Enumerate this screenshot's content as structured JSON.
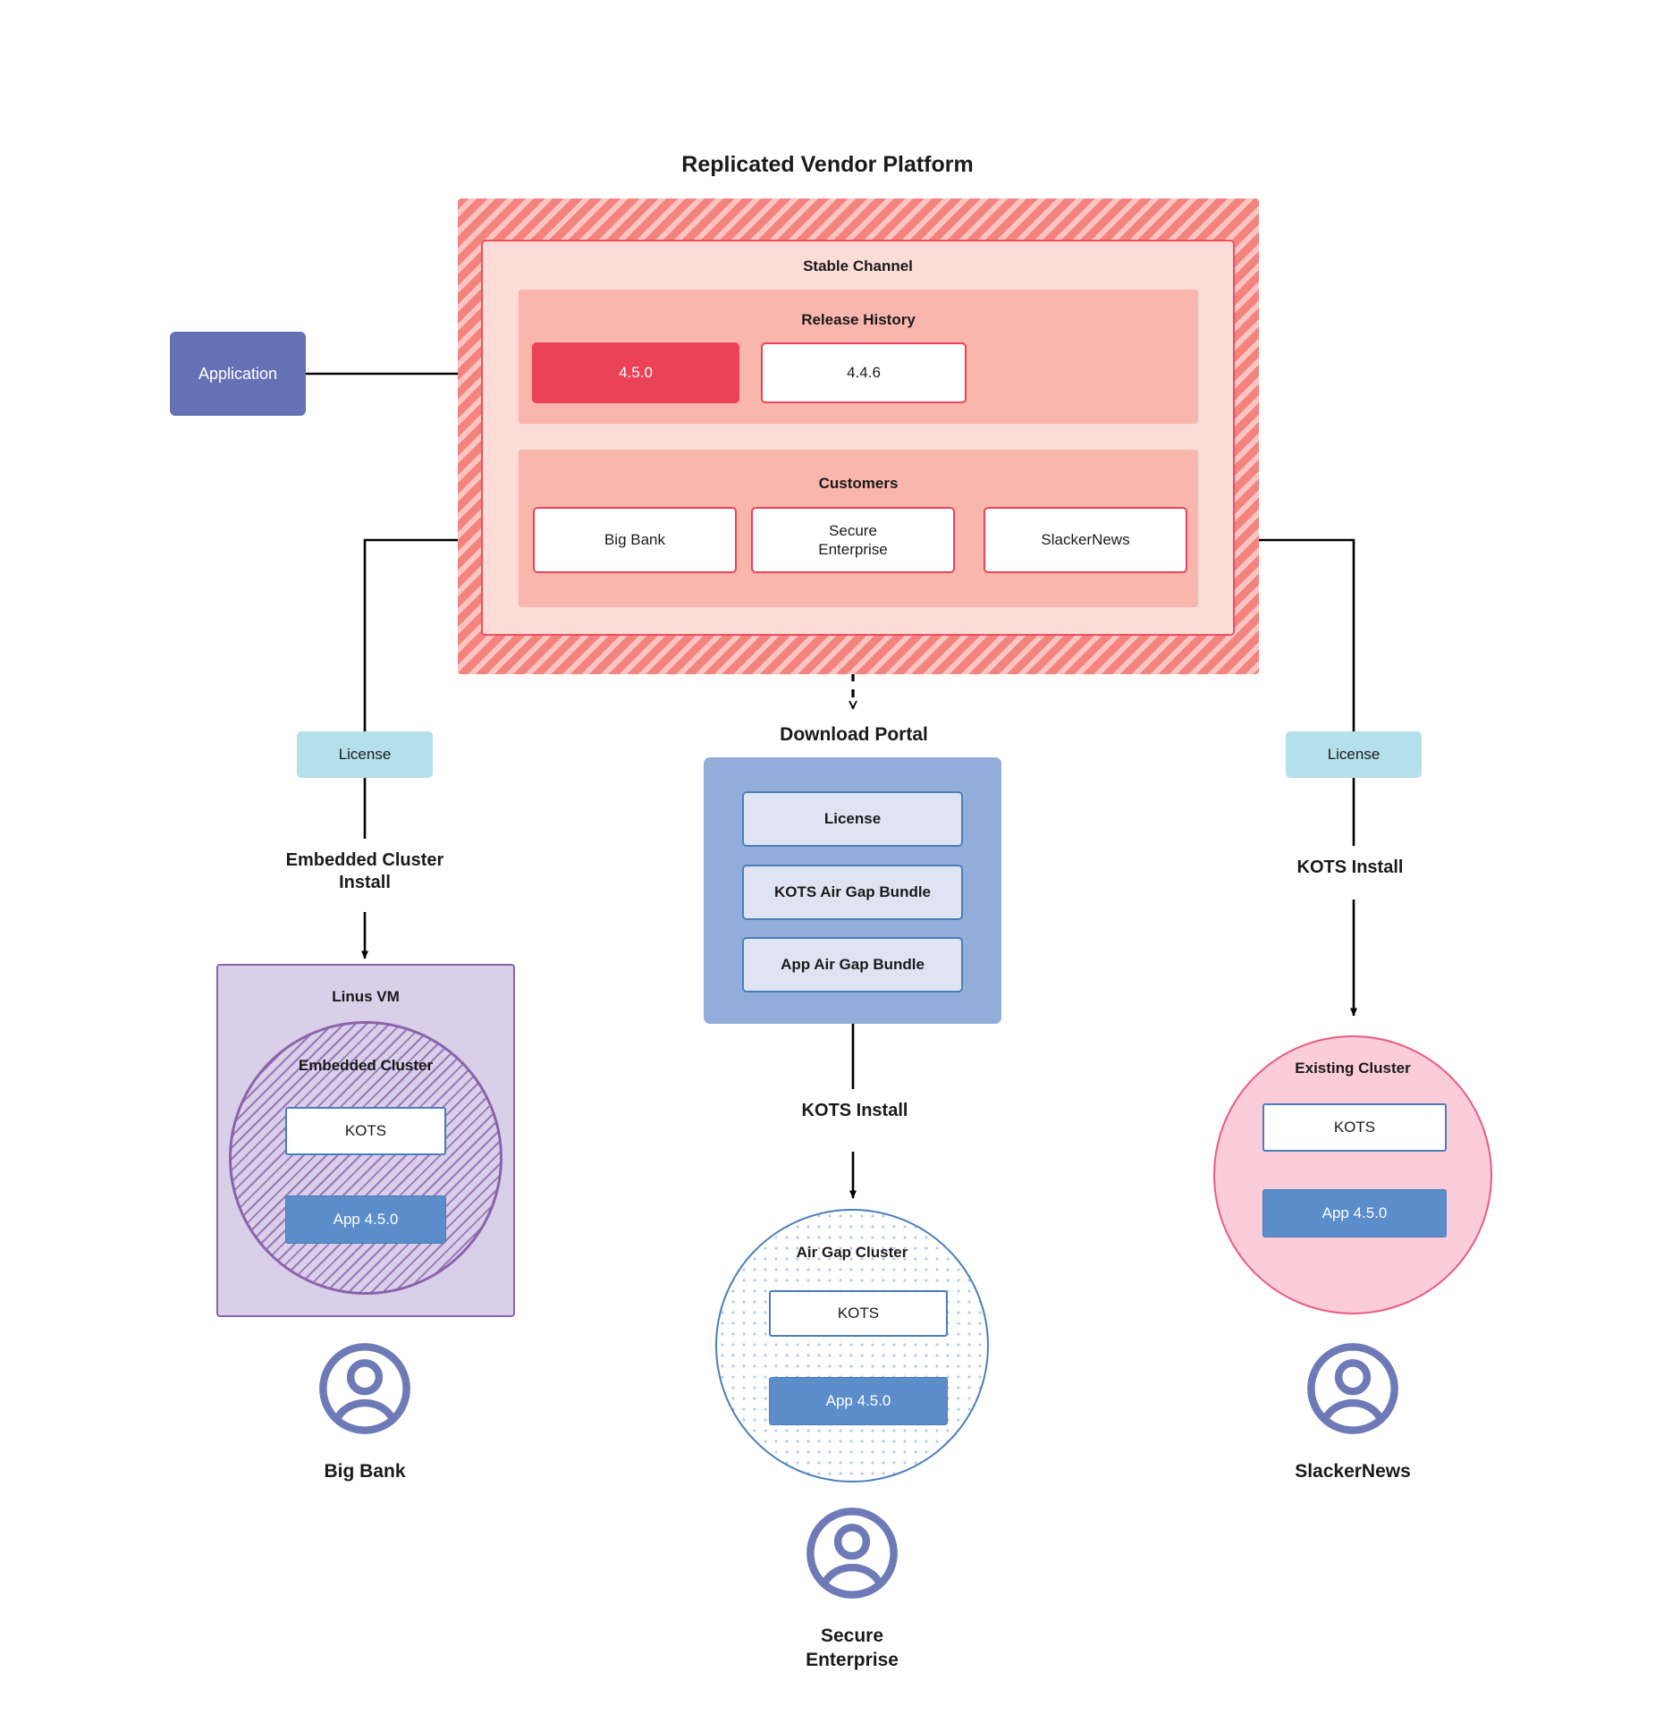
{
  "diagram": {
    "title": "Replicated Vendor Platform",
    "source": {
      "label": "Application"
    },
    "platform": {
      "channel_label": "Stable Channel",
      "release_history": {
        "label": "Release History",
        "releases": [
          {
            "version": "4.5.0",
            "state": "current"
          },
          {
            "version": "4.4.6",
            "state": "previous"
          }
        ]
      },
      "customers": {
        "label": "Customers",
        "items": [
          {
            "name": "Big Bank"
          },
          {
            "name": "Secure\nEnterprise"
          },
          {
            "name": "SlackerNews"
          }
        ]
      }
    },
    "licenses": {
      "left_label": "License",
      "right_label": "License"
    },
    "flows": {
      "embedded_install": "Embedded Cluster\nInstall",
      "kots_install_right": "KOTS Install",
      "kots_install_middle": "KOTS Install"
    },
    "download_portal": {
      "title": "Download  Portal",
      "items": [
        {
          "label": "License"
        },
        {
          "label": "KOTS Air Gap Bundle"
        },
        {
          "label": "App Air Gap Bundle"
        }
      ]
    },
    "targets": {
      "linux_vm": {
        "label": "Linus VM",
        "cluster_label": "Embedded Cluster",
        "kots": "KOTS",
        "app": "App 4.5.0"
      },
      "air_gap": {
        "label": "Air Gap Cluster",
        "kots": "KOTS",
        "app": "App 4.5.0"
      },
      "existing": {
        "label": "Existing Cluster",
        "kots": "KOTS",
        "app": "App 4.5.0"
      }
    },
    "personas": [
      {
        "name": "Big Bank"
      },
      {
        "name": "Secure\nEnterprise"
      },
      {
        "name": "SlackerNews"
      }
    ],
    "colors": {
      "platform_hatch": "#f4837f",
      "platform_hatch_light": "#fbc6c2",
      "channel_bg": "#fbdcd7",
      "inner_bg": "#f8b6ad",
      "release_current": "#ec4257",
      "accent_red": "#ec4257",
      "application_purple": "#6571b5",
      "license_blue": "#b3e0ea",
      "portal_blue": "#92add9",
      "portal_item_blue": "#dfe4f3",
      "kots_border_blue": "#4a7ebb",
      "app_blue": "#5b8dca",
      "vm_purple": "#d9cfe9",
      "vm_border_purple": "#8a63ab",
      "existing_pink": "#fbccd9",
      "existing_border_pink": "#eb5a84",
      "avatar_purple": "#6e7ab8"
    }
  }
}
